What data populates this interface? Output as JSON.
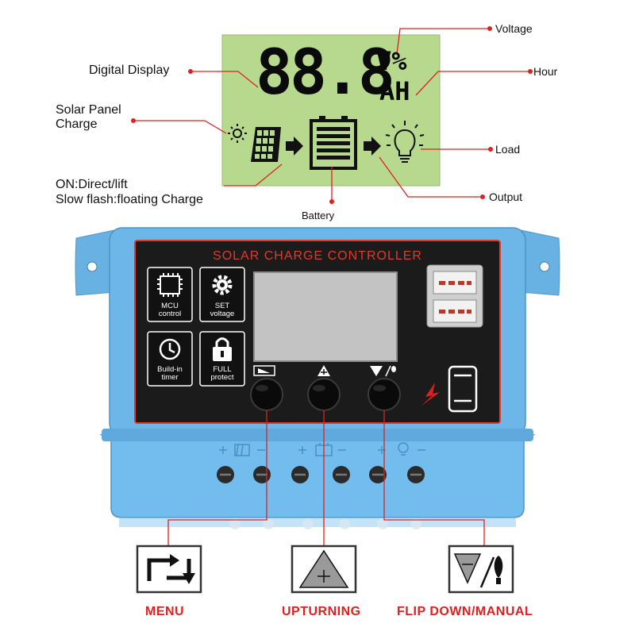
{
  "callouts": {
    "digital_display": "Digital Display",
    "solar_panel_charge_line1": "Solar Panel",
    "solar_panel_charge_line2": "Charge",
    "on_direct_line1": "ON:Direct/lift",
    "on_direct_line2": "Slow flash:floating Charge",
    "voltage": "Voltage",
    "hour": "Hour",
    "load": "Load",
    "output": "Output",
    "battery": "Battery"
  },
  "lcd": {
    "digits": "88.8",
    "unit_top": "V%",
    "unit_bottom": "AH"
  },
  "controller": {
    "title": "SOLAR CHARGE CONTROLLER",
    "features": [
      {
        "line1": "MCU",
        "line2": "control",
        "icon": "chip-icon"
      },
      {
        "line1": "SET",
        "line2": "voltage",
        "icon": "gear-icon"
      },
      {
        "line1": "Build-in",
        "line2": "timer",
        "icon": "clock-icon"
      },
      {
        "line1": "FULL",
        "line2": "protect",
        "icon": "lock-icon"
      }
    ]
  },
  "buttons": {
    "menu_label": "MENU",
    "up_label": "UPTURNING",
    "down_label": "FLIP DOWN/MANUAL"
  },
  "colors": {
    "accent_red": "#e02020",
    "lcd_green": "#b6d98a",
    "housing_blue": "#6cb7e8",
    "panel_black": "#1b1b1b"
  }
}
